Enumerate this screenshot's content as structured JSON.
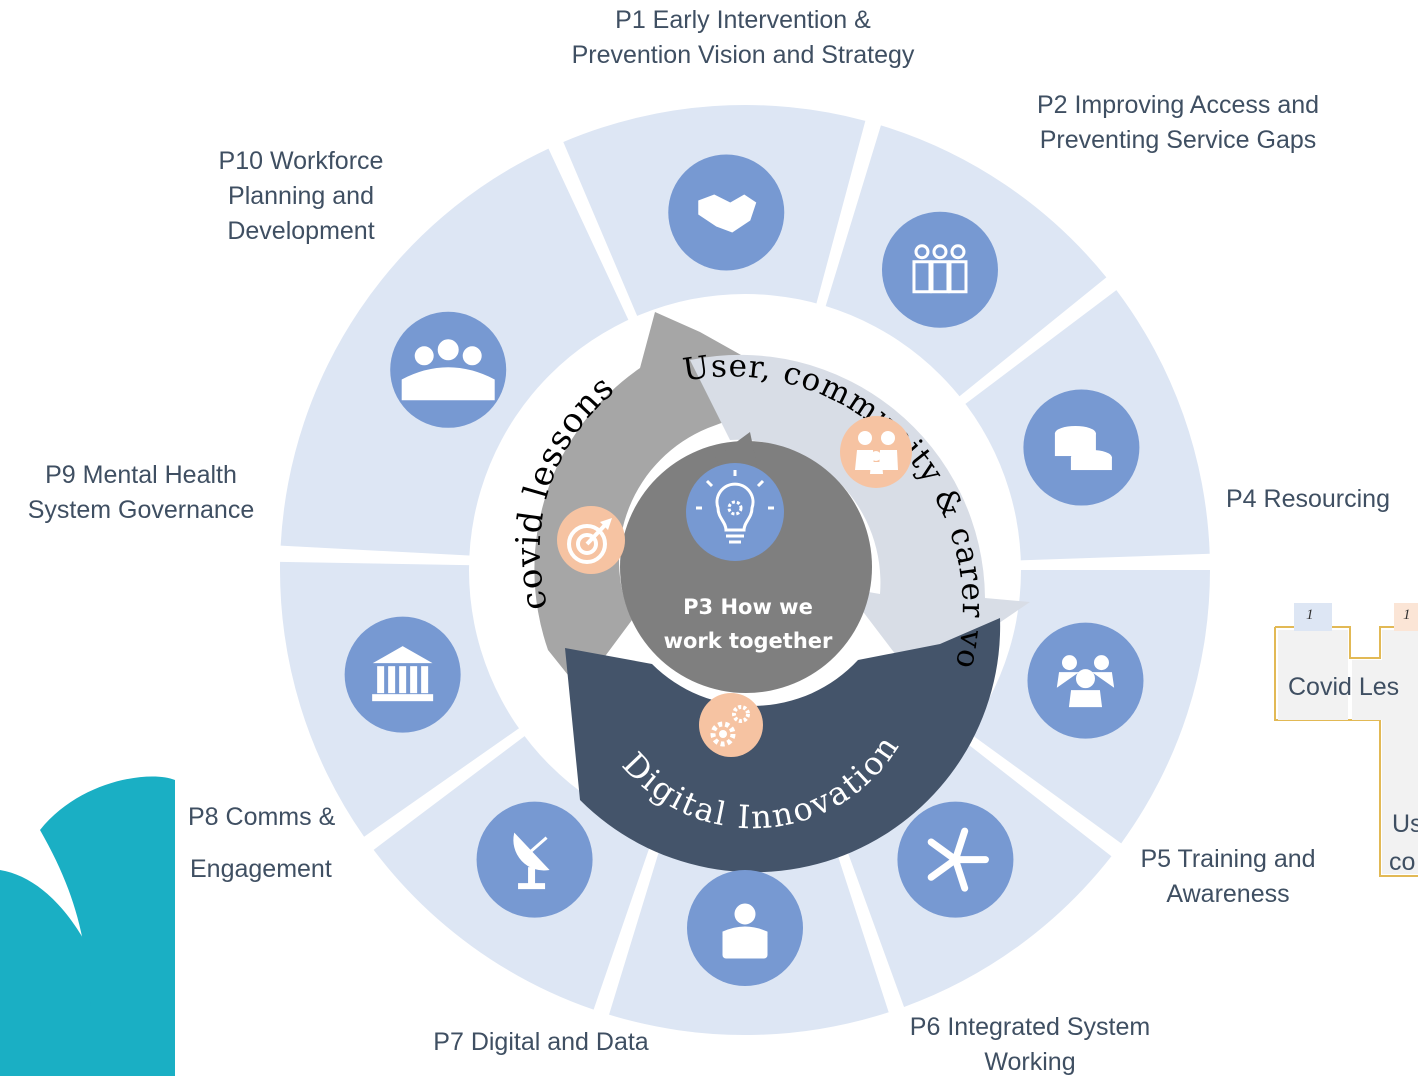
{
  "diagram": {
    "segments": [
      {
        "id": "p1",
        "lines": [
          "P1 Early Intervention &",
          "Prevention Vision and Strategy"
        ],
        "icon": "handshake-icon"
      },
      {
        "id": "p2",
        "lines": [
          "P2 Improving Access and",
          "Preventing Service Gaps"
        ],
        "icon": "team-people-icon"
      },
      {
        "id": "p4",
        "lines": [
          "P4 Resourcing"
        ],
        "icon": "coins-icon"
      },
      {
        "id": "p5",
        "lines": [
          "P5 Training and",
          "Awareness"
        ],
        "icon": "group-people-icon"
      },
      {
        "id": "p6",
        "lines": [
          "P6 Integrated System",
          "Working"
        ],
        "icon": "hands-together-icon"
      },
      {
        "id": "p7",
        "lines": [
          "P7 Digital and Data"
        ],
        "icon": "person-laptop-icon"
      },
      {
        "id": "p8",
        "lines": [
          "P8 Comms &",
          "Engagement"
        ],
        "icon": "satellite-dish-icon"
      },
      {
        "id": "p9",
        "lines": [
          "P9 Mental Health",
          "System Governance"
        ],
        "icon": "bank-building-icon"
      },
      {
        "id": "p10",
        "lines": [
          "P10 Workforce",
          "Planning and",
          "Development"
        ],
        "icon": "meeting-people-icon"
      }
    ],
    "arrows": {
      "covid": "covid lessons",
      "user": "User, community & carer voice",
      "digital": "Digital Innovation"
    },
    "center": {
      "line1": "P3 How we",
      "line2": "work together",
      "icon": "lightbulb-gear-icon"
    },
    "side_panel": {
      "numbers": [
        "1",
        "1"
      ],
      "covid_text": "Covid Les",
      "user_text_1": "Us",
      "user_text_2": "co"
    },
    "colors": {
      "ring": "#dde6f4",
      "icon_circle": "#7799d2",
      "covid_arrow": "#a6a6a6",
      "user_arrow": "#d8dde6",
      "digital_arrow": "#44546a",
      "center": "#7f7f7f",
      "peach": "#f6c3a2",
      "teal_leaf": "#1aafc4",
      "panel_border": "#e2b955"
    }
  }
}
